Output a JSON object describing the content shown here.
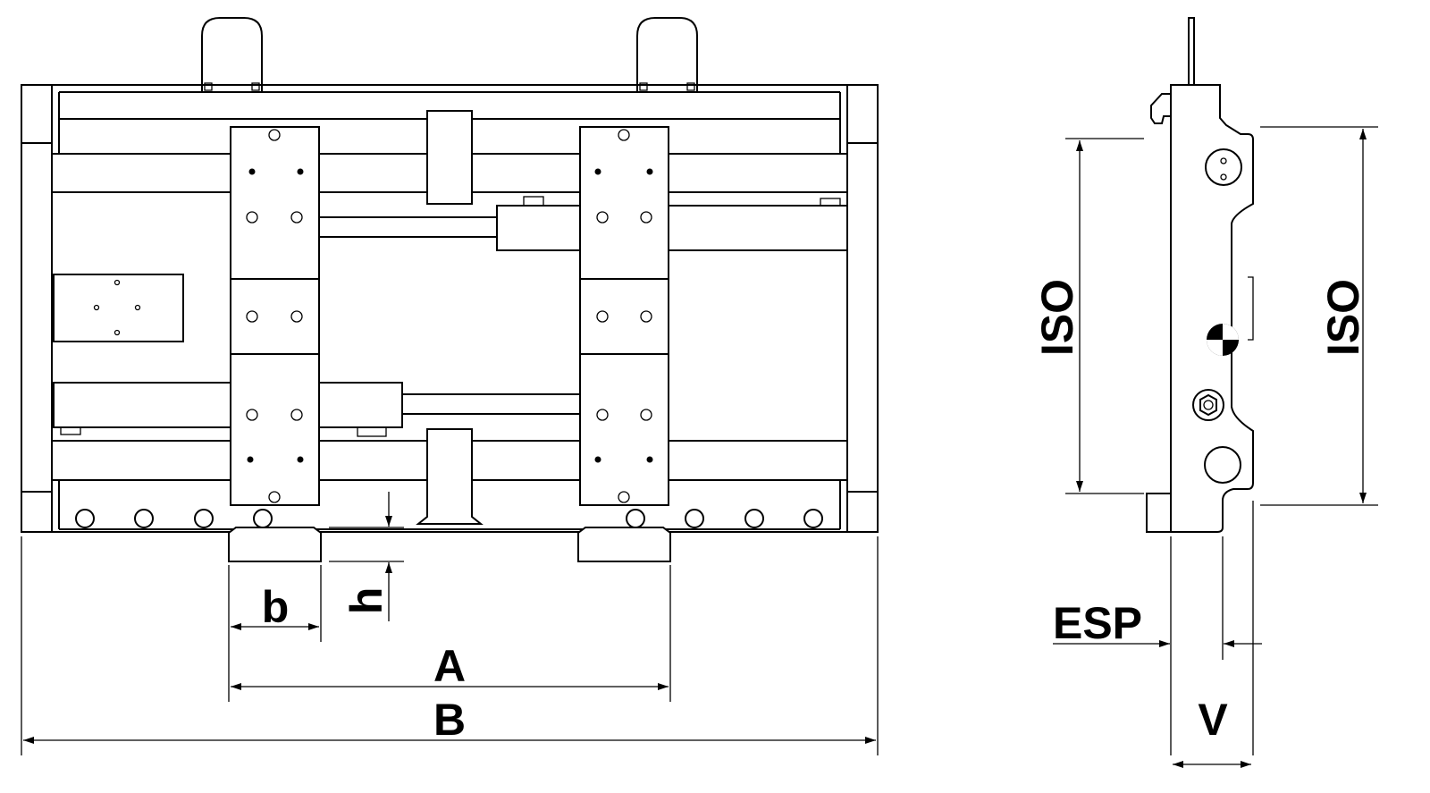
{
  "labels": {
    "fork_width": "b",
    "fork_height": "h",
    "fork_spread": "A",
    "overall_width": "B",
    "iso_left": "ISO",
    "iso_right": "ISO",
    "esp": "ESP",
    "v": "V"
  }
}
